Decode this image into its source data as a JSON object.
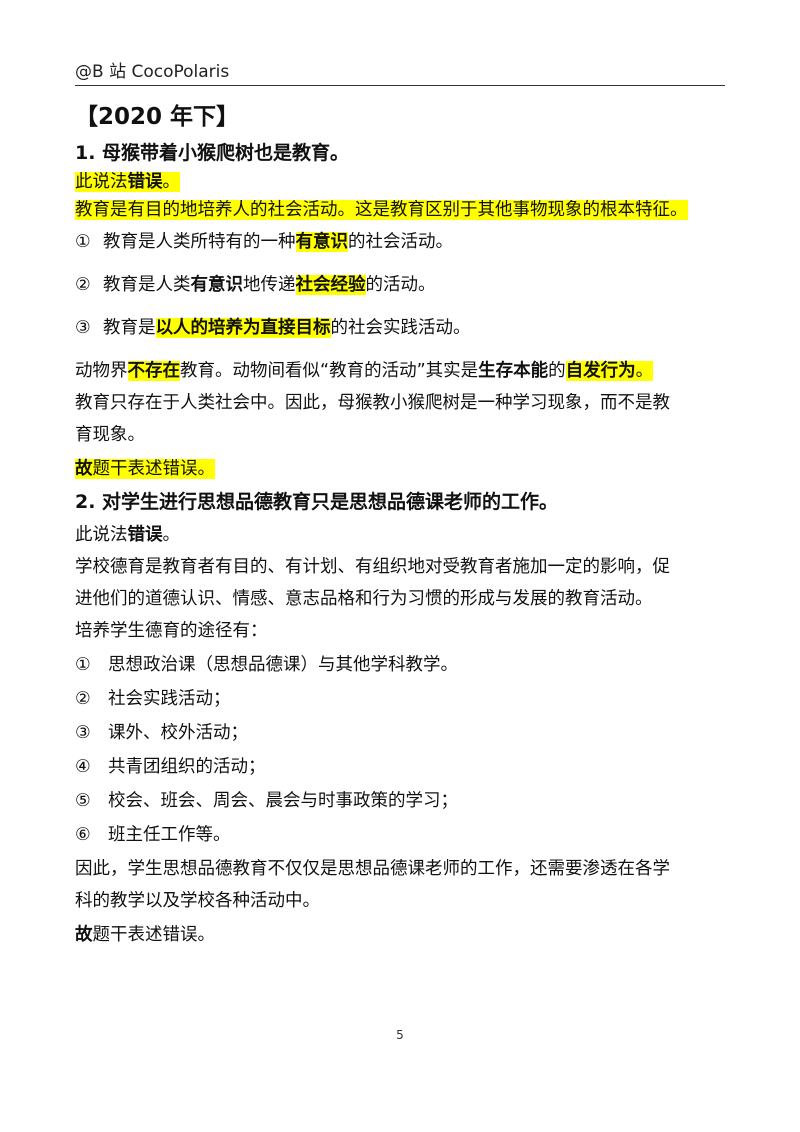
{
  "header": {
    "text": "@B 站 CocoPolaris"
  },
  "title": "【2020 年下】",
  "q1": {
    "question": "1. 母猴带着小猴爬树也是教育。",
    "verdict_a": "此说法",
    "verdict_b": "错误",
    "verdict_c": "。",
    "definition": "教育是有目的地培养人的社会活动。这是教育区别于其他事物现象的根本特征。",
    "p1": {
      "num": "①",
      "a": "教育是人类所特有的一种",
      "hl": "有意识",
      "b": "的社会活动。"
    },
    "p2": {
      "num": "②",
      "a": "教育是人类",
      "bold1": "有意识",
      "b": "地传递",
      "hl": "社会经验",
      "c": "的活动。"
    },
    "p3": {
      "num": "③",
      "a": "教育是",
      "hl": "以人的培养为直接目标",
      "b": "的社会实践活动。"
    },
    "animal": {
      "a": "动物界",
      "hl1": "不存在",
      "b": "教育。动物间看似“教育的活动”其实是",
      "bold": "生存本能",
      "c": "的",
      "hl2": "自发行为",
      "d": "。"
    },
    "exp1": "教育只存在于人类社会中。因此，母猴教小猴爬树是一种学习现象，而不是教",
    "exp2": "育现象。",
    "conclusion_a": "故",
    "conclusion_b": "题干表述错误。"
  },
  "q2": {
    "question": "2. 对学生进行思想品德教育只是思想品德课老师的工作。",
    "verdict_a": "此说法",
    "verdict_b": "错误",
    "verdict_c": "。",
    "def1": "学校德育是教育者有目的、有计划、有组织地对受教育者施加一定的影响，促",
    "def2": "进他们的道德认识、情感、意志品格和行为习惯的形成与发展的教育活动。",
    "ways_intro": "培养学生德育的途径有：",
    "ways": [
      {
        "num": "①",
        "text": "思想政治课（思想品德课）与其他学科教学。"
      },
      {
        "num": "②",
        "text": "社会实践活动；"
      },
      {
        "num": "③",
        "text": "课外、校外活动；"
      },
      {
        "num": "④",
        "text": "共青团组织的活动；"
      },
      {
        "num": "⑤",
        "text": "校会、班会、周会、晨会与时事政策的学习；"
      },
      {
        "num": "⑥",
        "text": "班主任工作等。"
      }
    ],
    "exp1": "因此，学生思想品德教育不仅仅是思想品德课老师的工作，还需要渗透在各学",
    "exp2": "科的教学以及学校各种活动中。",
    "conclusion_a": "故",
    "conclusion_b": "题干表述错误。"
  },
  "page_number": "5"
}
